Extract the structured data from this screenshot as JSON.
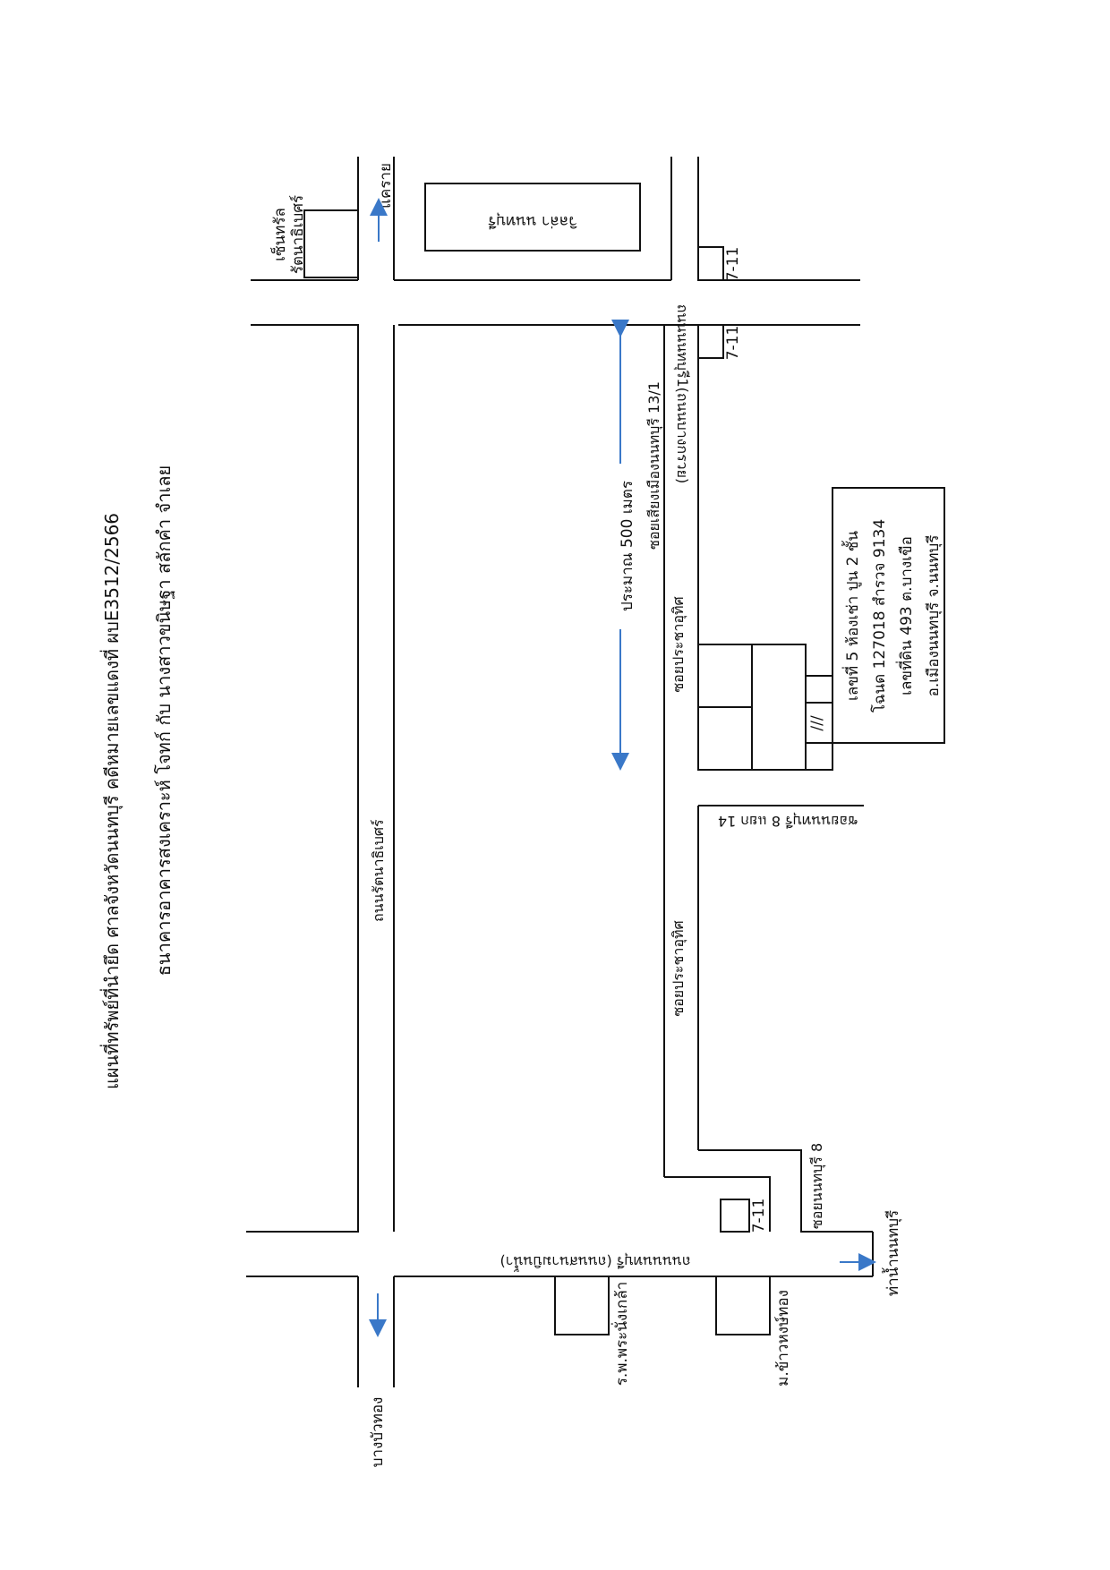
{
  "header": {
    "title_line": "แผนที่ทรัพย์ที่นำยึด  ศาลจังหวัดนนทบุรี  คดีหมายเลขแดงที่ ผบE3512/2566",
    "parties_line": "ธนาคารอาคารสงเคราะห์ โจทก์ กับ  นางสาวขนิษฐา  สลักคำ  จำเลย"
  },
  "roads": {
    "rattanathibet": "ถนนรัตนาธิเบศร์",
    "nonthaburi_1_top": "ถนนนนทบุรี1(ถนนบางกรวย)",
    "nonthaburi_1_bottom": "ถนนนนทบุรี  (ถนนสนามบินน้ำ)",
    "soi_prachauthit_1": "ซอยประชาอุทิศ",
    "soi_prachauthit_2": "ซอยประชาอุทิศ",
    "soi_siang_muang": "ซอยเสียงเมืองนนทบุรี 13/1",
    "soi_nonthaburi_8_yaek_14": "ซอยนนทบุรี 8 แยก 14",
    "soi_nonthaburi_8": "ซอยนนทบุรี 8"
  },
  "directions": {
    "khae_rai": "แคราย",
    "bang_bua_thong": "บางบัวทอง",
    "tha_nam_nonthaburi": "ท่าน้ำนนทบุรี"
  },
  "places": {
    "central": "เซ็นทรัล\nรัตนาธิเบศร์",
    "villa": "วิลล่า นนทบุรี",
    "seven_1": "7-11",
    "seven_2": "7-11",
    "seven_3": "7-11",
    "hospital": "ร.พ.พระนั่งเกล้า",
    "khaohong": "ม.ข้าวหงษ์ทอง"
  },
  "distance": {
    "label": "ประมาณ 500 เมตร"
  },
  "property": {
    "hatch": "///",
    "line1": "เลขที่ 5 ห้องเช่า ปูน 2 ชั้น",
    "line2": "โฉนด 127018  สำรวจ 9134",
    "line3": "เลขที่ดิน 493  ต.บางเขือ",
    "line4": "อ.เมืองนนทบุรี  จ.นนทบุรี"
  },
  "colors": {
    "line": "#111111",
    "arrow": "#3a78c8",
    "background": "#ffffff"
  }
}
